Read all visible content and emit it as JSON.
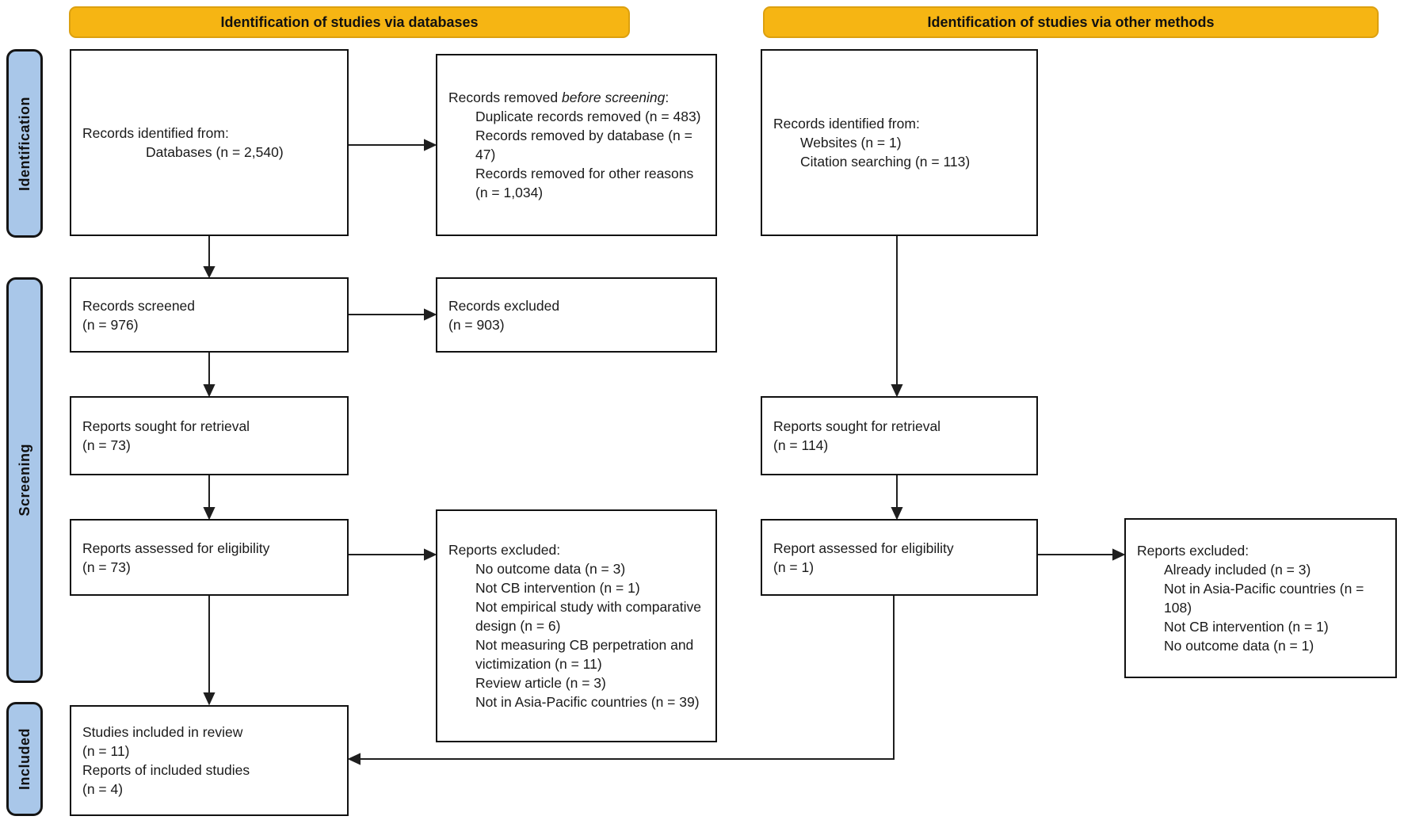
{
  "headers": {
    "databases": "Identification of studies via databases",
    "other_methods": "Identification of studies via other methods"
  },
  "sidebar": {
    "identification": "Identification",
    "screening": "Screening",
    "included": "Included"
  },
  "colors": {
    "header_bg": "#F6B513",
    "header_border": "#DCA00F",
    "sidebar_bg": "#A9C7E9",
    "box_border": "#111111",
    "arrow": "#1f1f1f"
  },
  "boxes": {
    "records_identified_db": {
      "line1": "Records identified from:",
      "line2": "Databases (n = 2,540)"
    },
    "records_removed": {
      "title_prefix": "Records removed ",
      "title_italic": "before screening",
      "title_suffix": ":",
      "items": [
        "Duplicate records removed (n = 483)",
        "Records removed by database (n = 47)",
        "Records removed for other reasons (n = 1,034)"
      ]
    },
    "records_identified_other": {
      "line1": "Records identified from:",
      "items": [
        "Websites (n = 1)",
        "Citation searching (n = 113)"
      ]
    },
    "records_screened": {
      "line1": "Records screened",
      "line2": "(n = 976)"
    },
    "records_excluded": {
      "line1": "Records excluded",
      "line2": "(n = 903)"
    },
    "reports_sought_db": {
      "line1": "Reports sought for retrieval",
      "line2": "(n = 73)"
    },
    "reports_sought_other": {
      "line1": "Reports sought for retrieval",
      "line2": "(n = 114)"
    },
    "reports_assessed_db": {
      "line1": "Reports assessed for eligibility",
      "line2": "(n = 73)"
    },
    "report_assessed_other": {
      "line1": "Report assessed for eligibility",
      "line2": "(n = 1)"
    },
    "reports_excluded_db": {
      "title": "Reports excluded:",
      "items": [
        "No outcome data (n = 3)",
        "Not CB intervention (n = 1)",
        "Not empirical study with comparative design (n = 6)",
        "Not measuring CB perpetration and victimization (n = 11)",
        "Review article (n = 3)",
        "Not in Asia-Pacific countries (n = 39)"
      ]
    },
    "reports_excluded_other": {
      "title": "Reports excluded:",
      "items": [
        "Already included (n = 3)",
        "Not in Asia-Pacific countries (n = 108)",
        "Not CB intervention (n = 1)",
        "No outcome data (n = 1)"
      ]
    },
    "studies_included": {
      "lines": [
        "Studies included in review",
        "(n = 11)",
        "Reports of included studies",
        "(n = 4)"
      ]
    }
  }
}
